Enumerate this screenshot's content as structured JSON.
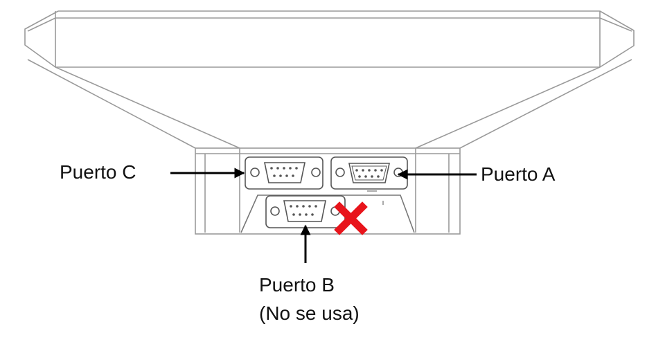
{
  "labels": {
    "port_c": "Puerto C",
    "port_a": "Puerto A",
    "port_b": "Puerto B",
    "port_b_note": "(No se usa)"
  },
  "colors": {
    "line": "#9a9a9a",
    "dark_line": "#555555",
    "arrow": "#000000",
    "cross": "#e8141b"
  },
  "icons": {
    "unused_marker": "red-x-icon",
    "connector": "db9-serial-connector-icon"
  }
}
